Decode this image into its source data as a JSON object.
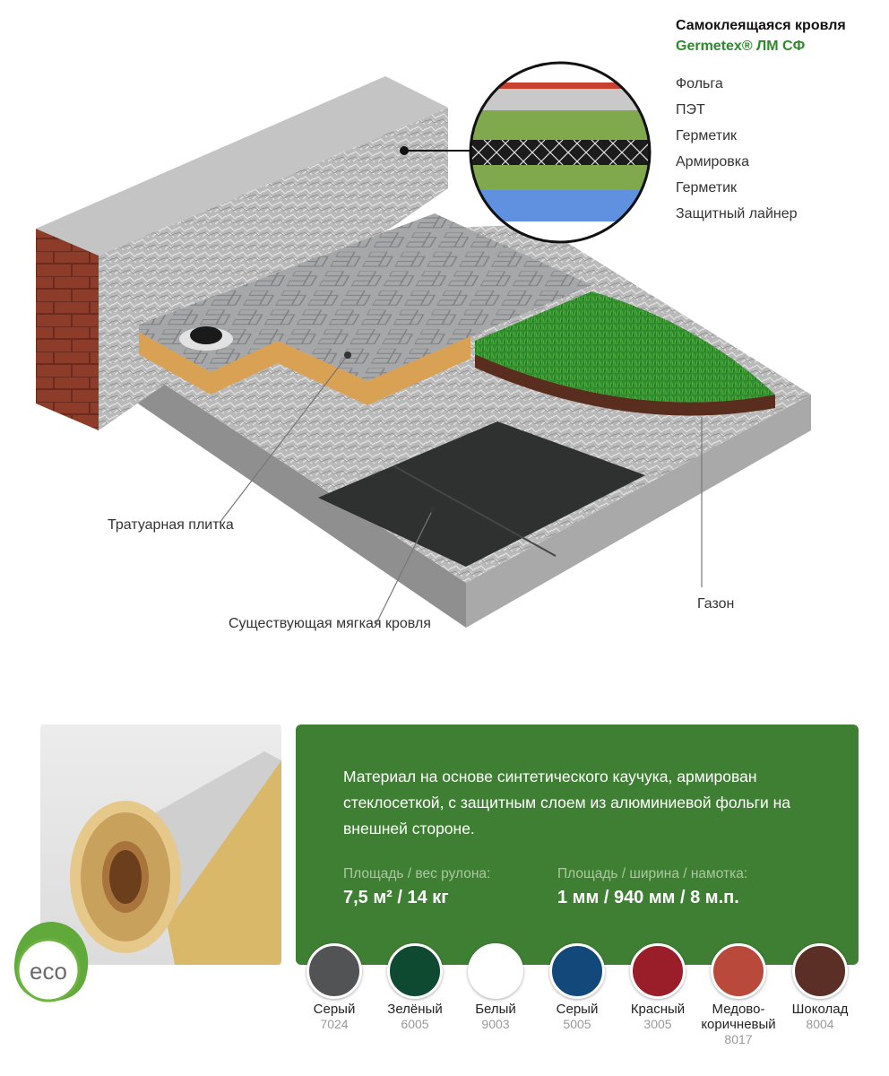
{
  "header": {
    "title": "Самоклеящаяся кровля",
    "subtitle": "Germetex® ЛМ СФ",
    "layers": [
      "Фольга",
      "ПЭТ",
      "Герметик",
      "Армировка",
      "Герметик",
      "Защитный лайнер"
    ]
  },
  "callouts": {
    "tile": "Тратуарная плитка",
    "roof": "Существующая мягкая кровля",
    "lawn": "Газон"
  },
  "layer_colors": {
    "foil": "#c8402e",
    "pet": "#c9c9c9",
    "sealant": "#7fa94c",
    "reinforcement": "#1c1c1c",
    "liner": "#6090e0"
  },
  "product": {
    "eco": "eco"
  },
  "info": {
    "description": "Материал на основе синтетического каучука, армирован стеклосеткой, с защитным слоем из алюминиевой фольги на внешней стороне.",
    "spec1_label": "Площадь / вес рулона:",
    "spec1_value": "7,5 м² / 14 кг",
    "spec2_label": "Площадь / ширина / намотка:",
    "spec2_value": "1 мм / 940 мм / 8 м.п."
  },
  "colors": [
    {
      "name": "Серый",
      "code": "7024",
      "hex": "#525354"
    },
    {
      "name": "Зелёный",
      "code": "6005",
      "hex": "#0e4a32"
    },
    {
      "name": "Белый",
      "code": "9003",
      "hex": "#ffffff"
    },
    {
      "name": "Серый",
      "code": "5005",
      "hex": "#12497a"
    },
    {
      "name": "Красный",
      "code": "3005",
      "hex": "#9a1e2a"
    },
    {
      "name": "Медово-\nкоричневый",
      "code": "8017",
      "hex": "#b9493b"
    },
    {
      "name": "Шоколад",
      "code": "8004",
      "hex": "#5b2f26"
    }
  ]
}
